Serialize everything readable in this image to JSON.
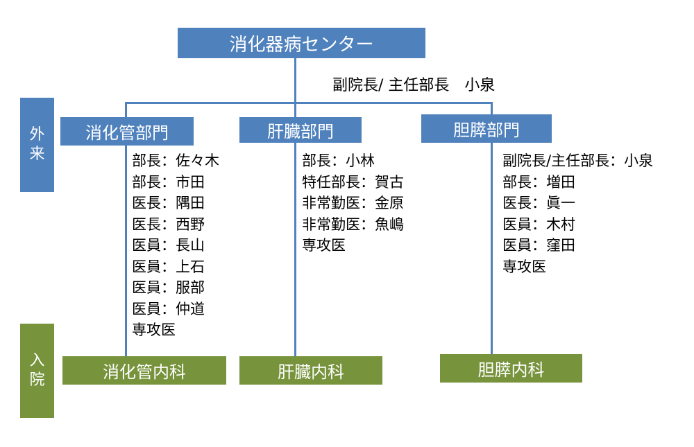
{
  "center": {
    "title": "消化器病センター"
  },
  "head_label": "副院長/ 主任部長　小泉",
  "side_labels": {
    "outpatient": [
      "外",
      "来"
    ],
    "inpatient": [
      "入",
      "院"
    ]
  },
  "departments": [
    {
      "name": "消化管部門",
      "ward": "消化管内科",
      "staff": [
        "部長：佐々木",
        "部長：市田",
        "医長：隅田",
        "医長：西野",
        "医員：長山",
        "医員：上石",
        "医員：服部",
        "医員：仲道",
        "専攻医"
      ]
    },
    {
      "name": "肝臓部門",
      "ward": "肝臓内科",
      "staff": [
        "部長：小林",
        "特任部長：賀古",
        "非常勤医：金原",
        "非常勤医：魚嶋",
        "専攻医"
      ]
    },
    {
      "name": "胆膵部門",
      "ward": "胆膵内科",
      "staff": [
        "副院長/主任部長：小泉",
        "部長：増田",
        "医長：眞一",
        "医員：木村",
        "医員：窪田",
        "専攻医"
      ]
    }
  ],
  "colors": {
    "blue": "#4f81bd",
    "green": "#77933c"
  }
}
